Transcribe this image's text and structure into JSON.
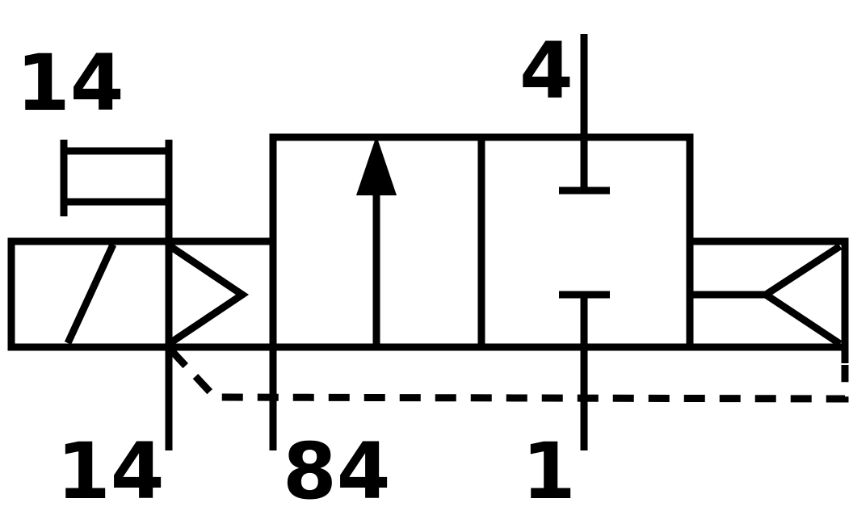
{
  "labels": {
    "top_left_port": "14",
    "top_port": "4",
    "bottom_left_port": "14",
    "bottom_middle_port": "84",
    "bottom_port": "1"
  },
  "colors": {
    "line": "#000000",
    "background": "#ffffff"
  },
  "icons": {
    "manual_override": "manual-override-icon",
    "solenoid": "solenoid-icon",
    "spring_return": "spring-return-icon",
    "flow_arrow": "flow-arrow-icon"
  }
}
